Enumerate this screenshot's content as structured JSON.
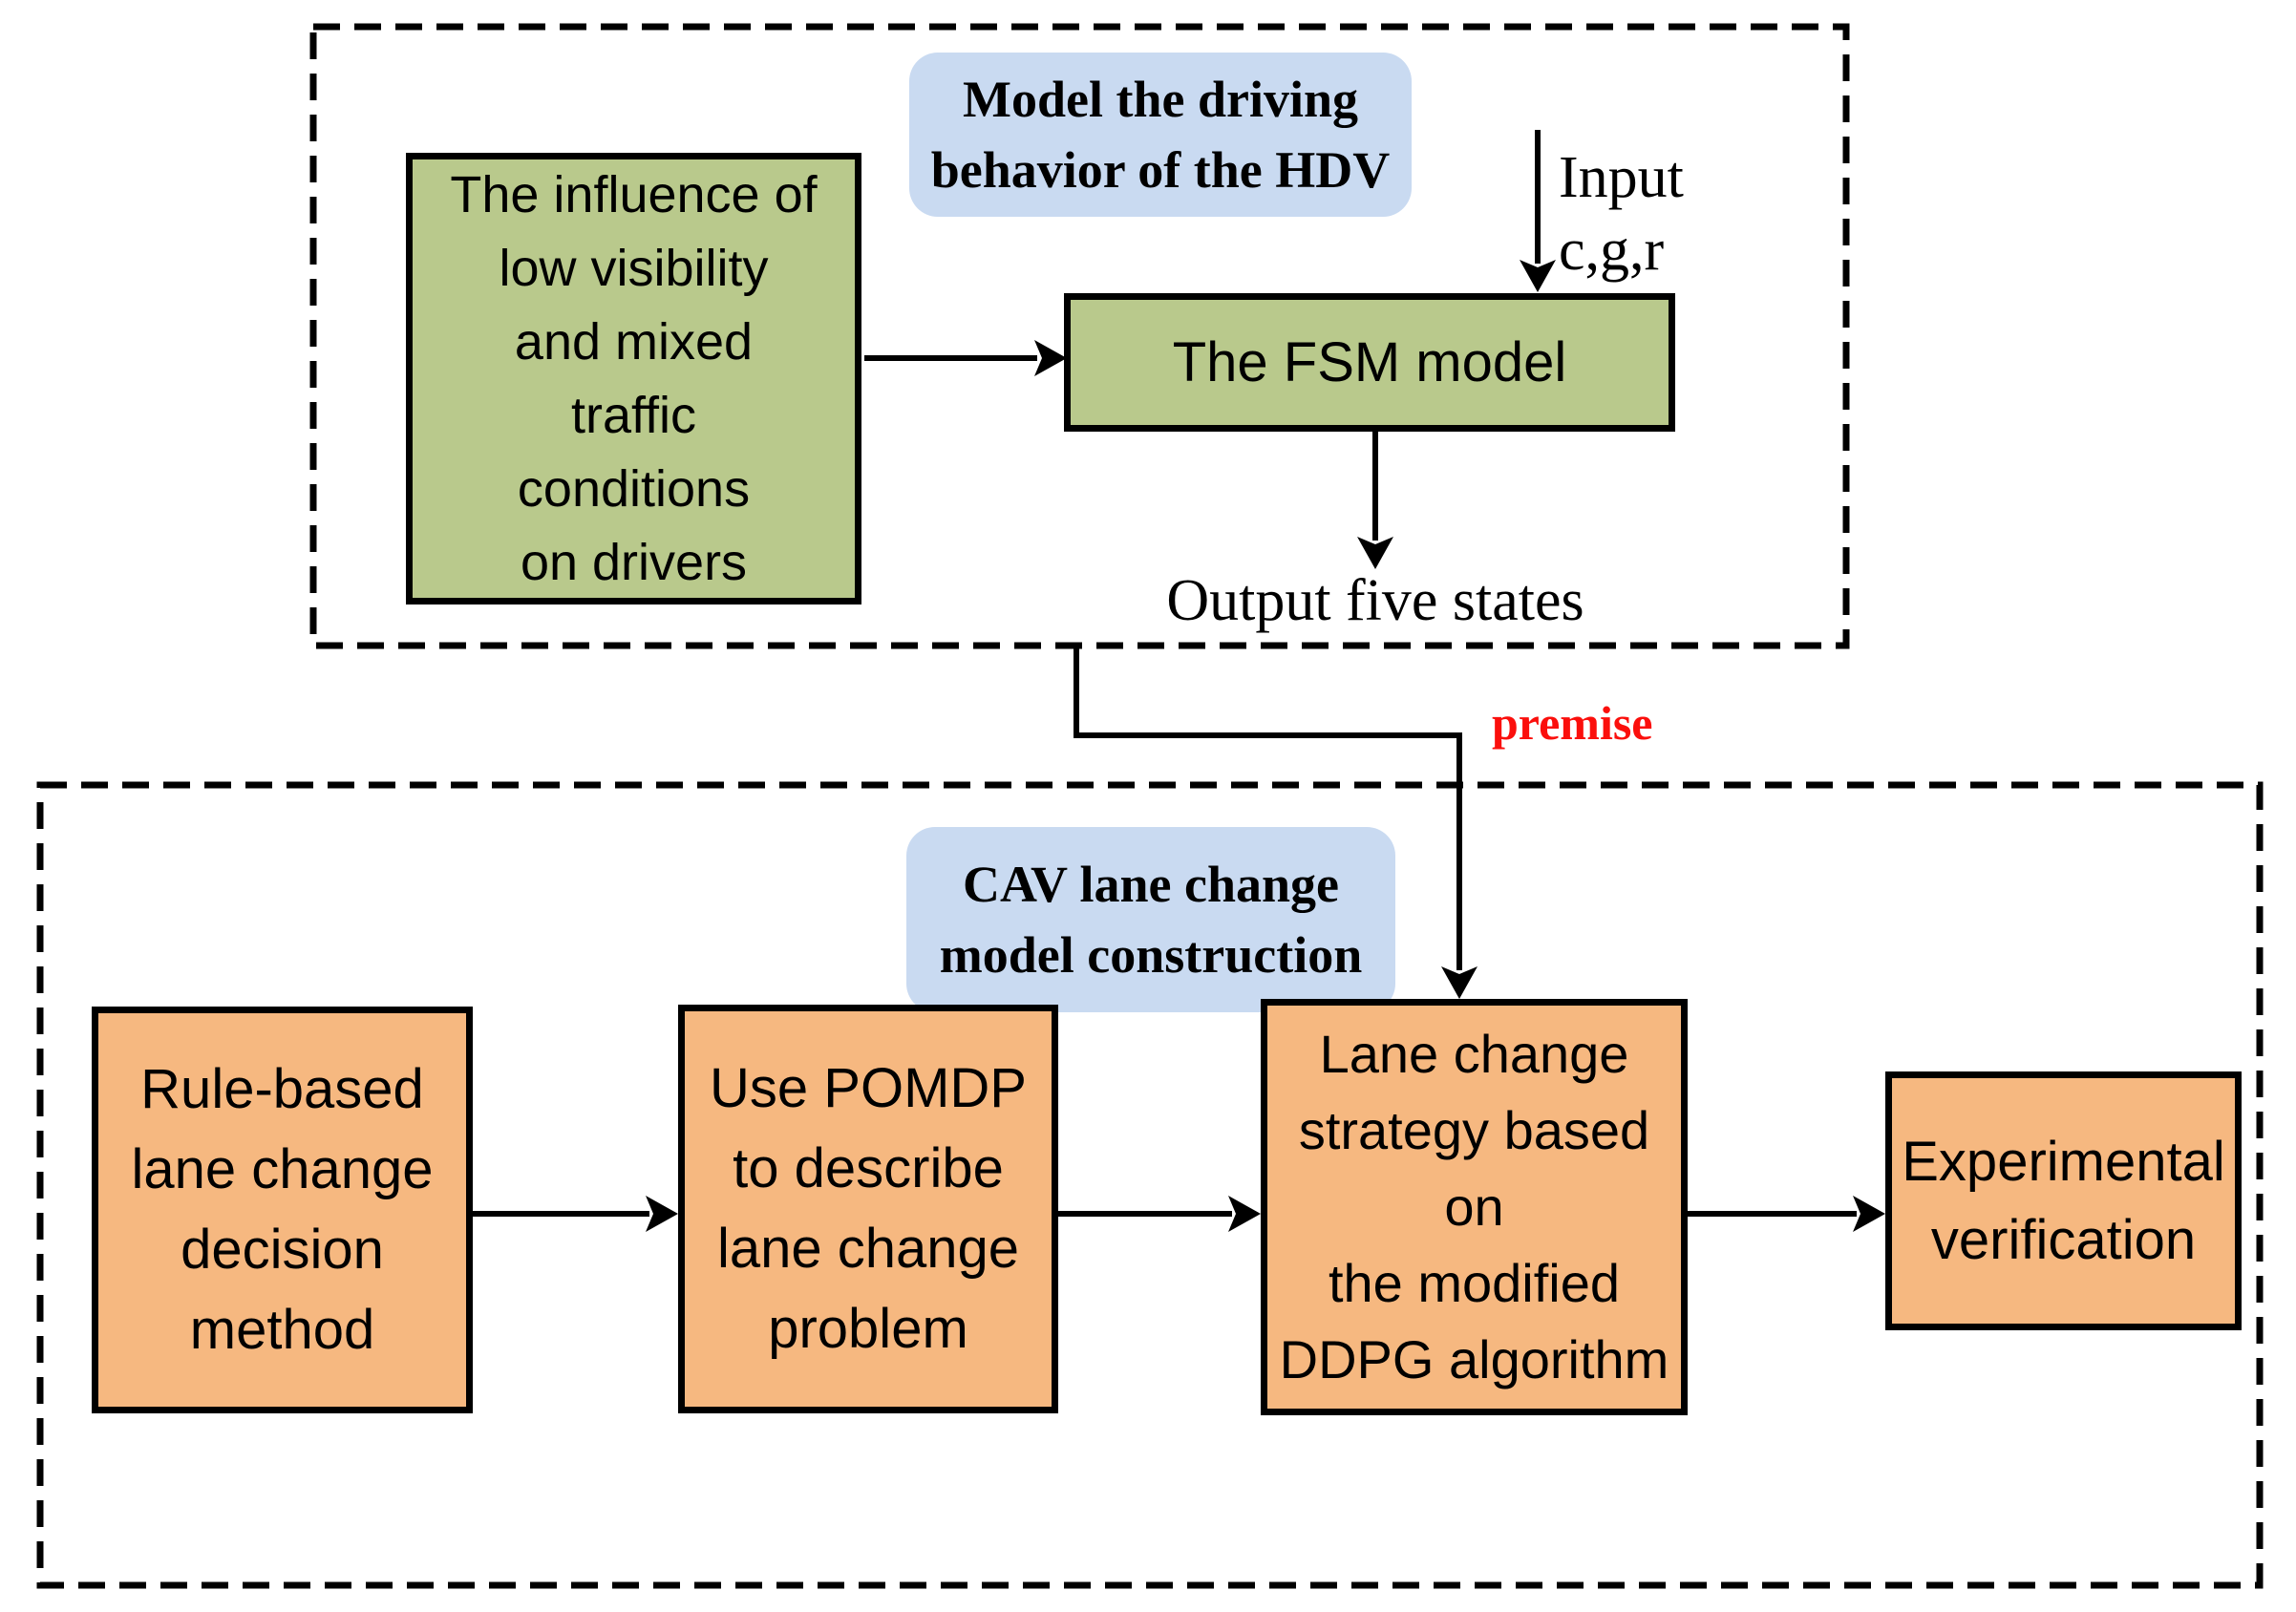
{
  "figure": {
    "type": "flowchart",
    "colors": {
      "hdv_cav_box_green": "#b9c98c",
      "process_box_orange": "#f6b880",
      "section_label_blue": "#c9daf1",
      "premise_red": "#fb0f0c",
      "line_black": "#000000",
      "background": "#ffffff"
    },
    "hdv_section": {
      "title_lines": [
        "Model the driving",
        "behavior of the HDV"
      ],
      "influence_box_lines": [
        "The influence of",
        "low visibility",
        "and mixed",
        "traffic",
        "conditions",
        "on drivers"
      ],
      "fsm_box_label": "The FSM model",
      "input_annotation_lines": [
        "Input",
        "c,g,r"
      ],
      "output_annotation": "Output five states"
    },
    "premise_label": "premise",
    "cav_section": {
      "title_lines": [
        "CAV lane change",
        "model construction"
      ],
      "rule_box_lines": [
        "Rule-based",
        "lane change",
        "decision",
        "method"
      ],
      "pomdp_box_lines": [
        "Use POMDP",
        "to describe",
        "lane change",
        "problem"
      ],
      "ddpg_box_lines": [
        "Lane change",
        "strategy based",
        "on",
        "the modified",
        "DDPG algorithm"
      ],
      "experiment_box_lines": [
        "Experimental",
        "verification"
      ]
    }
  }
}
